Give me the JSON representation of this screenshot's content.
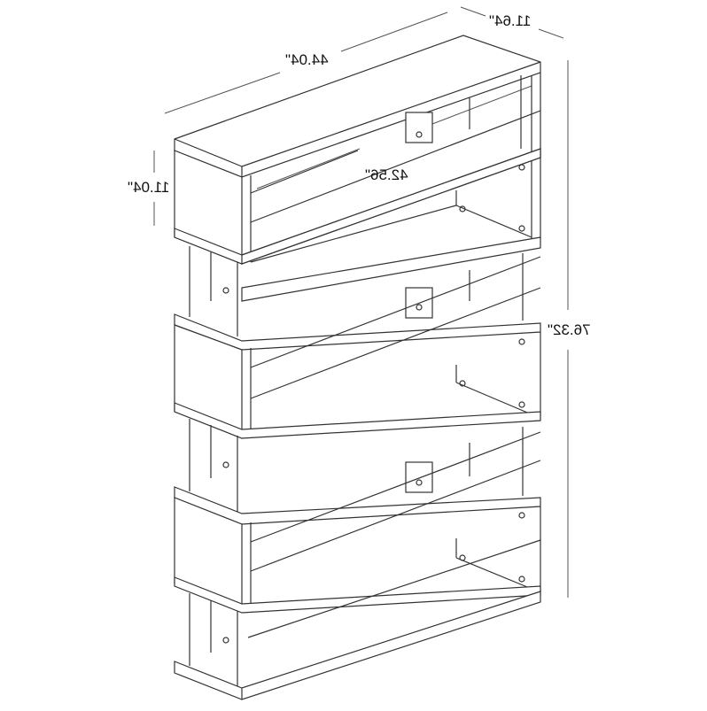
{
  "diagram": {
    "subject": "S-shaped 5-tier bookshelf, line drawing (mirrored dimension labels)",
    "dimensions": {
      "overall_width": "44.04\"",
      "depth": "11.64\"",
      "inner_width": "42.56\"",
      "tier_height": "11.04\"",
      "overall_height": "76.32\""
    },
    "colors": {
      "line": "#333333",
      "background": "#ffffff"
    }
  }
}
